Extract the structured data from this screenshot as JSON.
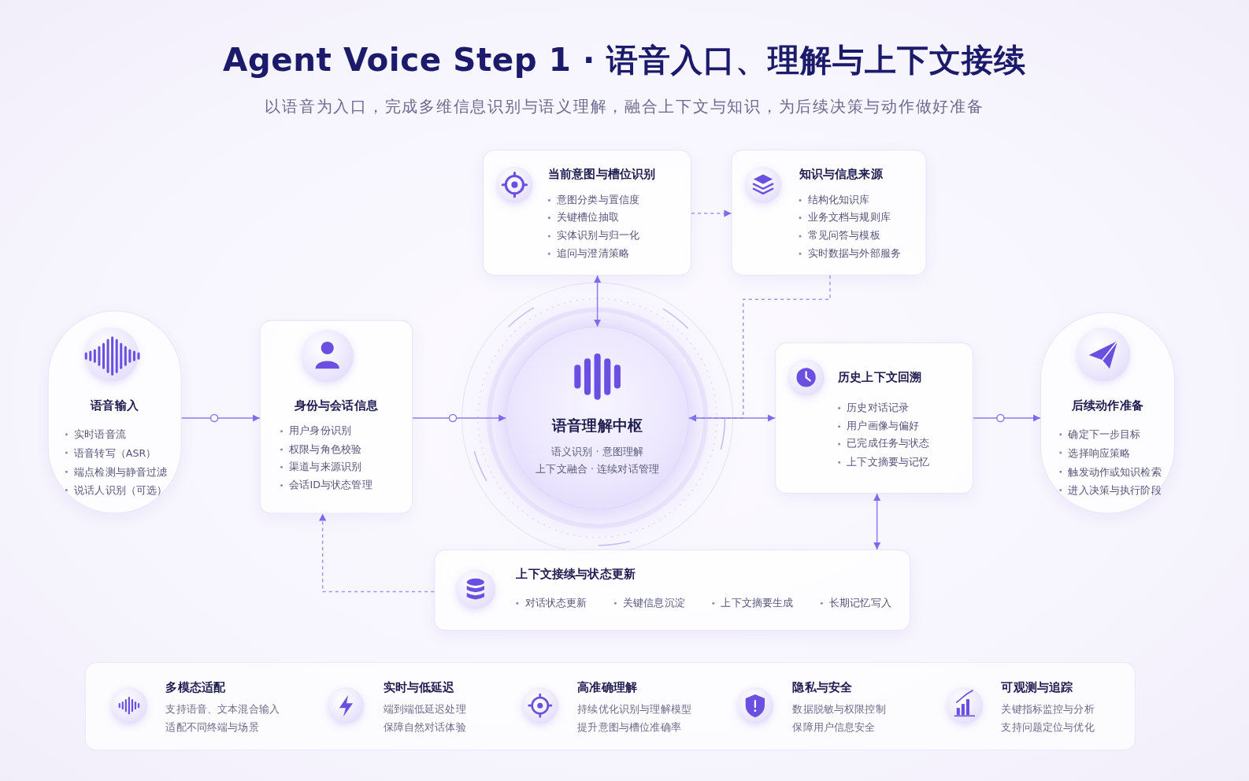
{
  "diagram": {
    "title": "Agent Voice Step 1 · 语音入口、理解与上下文接续",
    "caption": "以语音为入口，完成多维信息识别与语义理解，融合上下文与知识，为后续决策与动作做好准备",
    "nodes": [
      {
        "text": [
          "语音输入",
          "实时语音流",
          "语音转写（ASR）",
          "端点检测与静音过滤",
          "说话人识别（可选）"
        ]
      },
      {
        "text": [
          "身份与会话信息",
          "用户身份识别",
          "权限与角色校验",
          "渠道与来源识别",
          "会话ID与状态管理"
        ]
      },
      {
        "text": [
          "当前意图与槽位识别",
          "意图分类与置信度",
          "关键槽位抽取",
          "实体识别与归一化",
          "追问与澄清策略"
        ]
      },
      {
        "text": [
          "知识与信息来源",
          "结构化知识库",
          "业务文档与规则库",
          "常见问答与模板",
          "实时数据与外部服务"
        ]
      },
      {
        "text": [
          "语音理解中枢",
          "语义识别 · 意图理解",
          "上下文融合 · 连续对话管理"
        ]
      },
      {
        "text": [
          "历史上下文回溯",
          "历史对话记录",
          "用户画像与偏好",
          "已完成任务与状态",
          "上下文摘要与记忆"
        ]
      },
      {
        "text": [
          "后续动作准备",
          "确定下一步目标",
          "选择响应策略",
          "触发动作或知识检索",
          "进入决策与执行阶段"
        ]
      },
      {
        "text": [
          "上下文接续与状态更新",
          "对话状态更新",
          "关键信息沉淀",
          "上下文摘要生成",
          "长期记忆写入"
        ]
      },
      {
        "text": [
          "多模态适配",
          "支持语音、文本混合输入",
          "适配不同终端与场景"
        ]
      },
      {
        "text": [
          "实时与低延迟",
          "端到端低延迟处理",
          "保障自然对话体验"
        ]
      },
      {
        "text": [
          "高准确理解",
          "持续优化识别与理解模型",
          "提升意图与槽位准确率"
        ]
      },
      {
        "text": [
          "隐私与安全",
          "数据脱敏与权限控制",
          "保障用户信息安全"
        ]
      },
      {
        "text": [
          "可观测与追踪",
          "关键指标监控与分析",
          "支持问题定位与优化"
        ]
      }
    ],
    "edges": [
      {
        "from": 0,
        "to": 1,
        "arrow": "to"
      },
      {
        "from": 1,
        "to": 4,
        "arrow": "to"
      },
      {
        "from": 2,
        "to": 4,
        "arrow": "both"
      },
      {
        "from": 2,
        "to": 3,
        "arrow": "to"
      },
      {
        "from": 3,
        "to": 4,
        "arrow": "to"
      },
      {
        "from": 4,
        "to": 5,
        "arrow": "to"
      },
      {
        "from": 5,
        "to": 6,
        "arrow": "to"
      },
      {
        "from": 5,
        "to": 7,
        "arrow": "both"
      },
      {
        "from": 7,
        "to": 1,
        "arrow": "to"
      }
    ]
  }
}
